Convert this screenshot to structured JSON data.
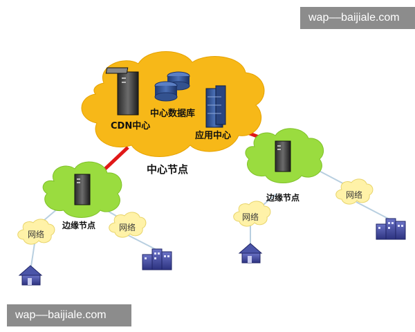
{
  "watermark": {
    "top": "wap––baijiale.com",
    "bottom": "wap––baijiale.com"
  },
  "center": {
    "title": "中心节点",
    "cdn": "CDN中心",
    "db": "中心数据库",
    "app": "应用中心"
  },
  "edges": {
    "left": "边缘节点",
    "right": "边缘节点"
  },
  "networks": {
    "left_a": "网络",
    "left_b": "网络",
    "right_a": "网络",
    "right_b": "网络"
  },
  "colors": {
    "center_cloud": "#f7b818",
    "edge_cloud": "#9adc3f",
    "network_cloud": "#fff2a8",
    "link": "#e01818",
    "wire": "#b8cfe0"
  }
}
